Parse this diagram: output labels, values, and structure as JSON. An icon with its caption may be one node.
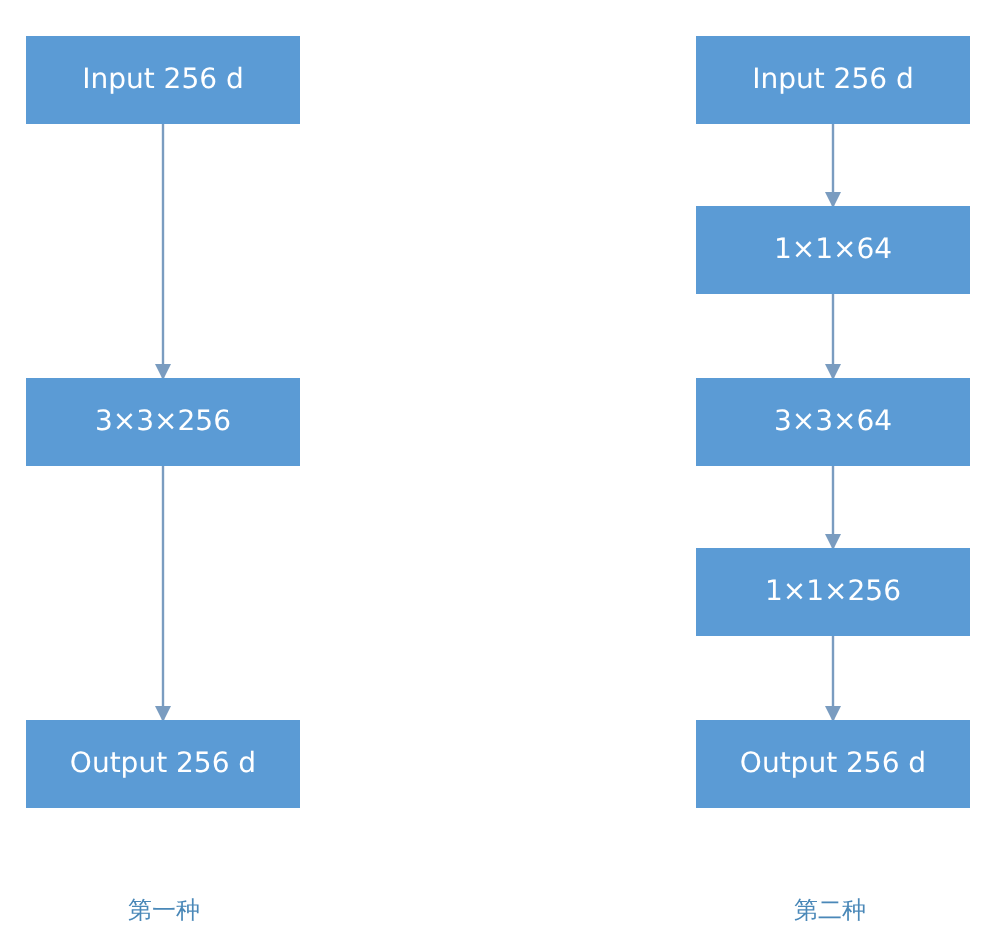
{
  "diagram": {
    "nodes": [
      {
        "text": [
          "Input 256 d"
        ]
      },
      {
        "text": [
          "3×3×256"
        ]
      },
      {
        "text": [
          "Output 256 d"
        ]
      },
      {
        "text": [
          "Input 256 d"
        ]
      },
      {
        "text": [
          "1×1×64"
        ]
      },
      {
        "text": [
          "3×3×64"
        ]
      },
      {
        "text": [
          "1×1×256"
        ]
      },
      {
        "text": [
          "Output 256 d"
        ]
      }
    ],
    "edges": [
      {
        "from": 0,
        "to": 1,
        "arrow": "to"
      },
      {
        "from": 1,
        "to": 2,
        "arrow": "to"
      },
      {
        "from": 3,
        "to": 4,
        "arrow": "to"
      },
      {
        "from": 4,
        "to": 5,
        "arrow": "to"
      },
      {
        "from": 5,
        "to": 6,
        "arrow": "to"
      },
      {
        "from": 6,
        "to": 7,
        "arrow": "to"
      }
    ],
    "labels": [
      "第一种",
      "第二种"
    ]
  }
}
